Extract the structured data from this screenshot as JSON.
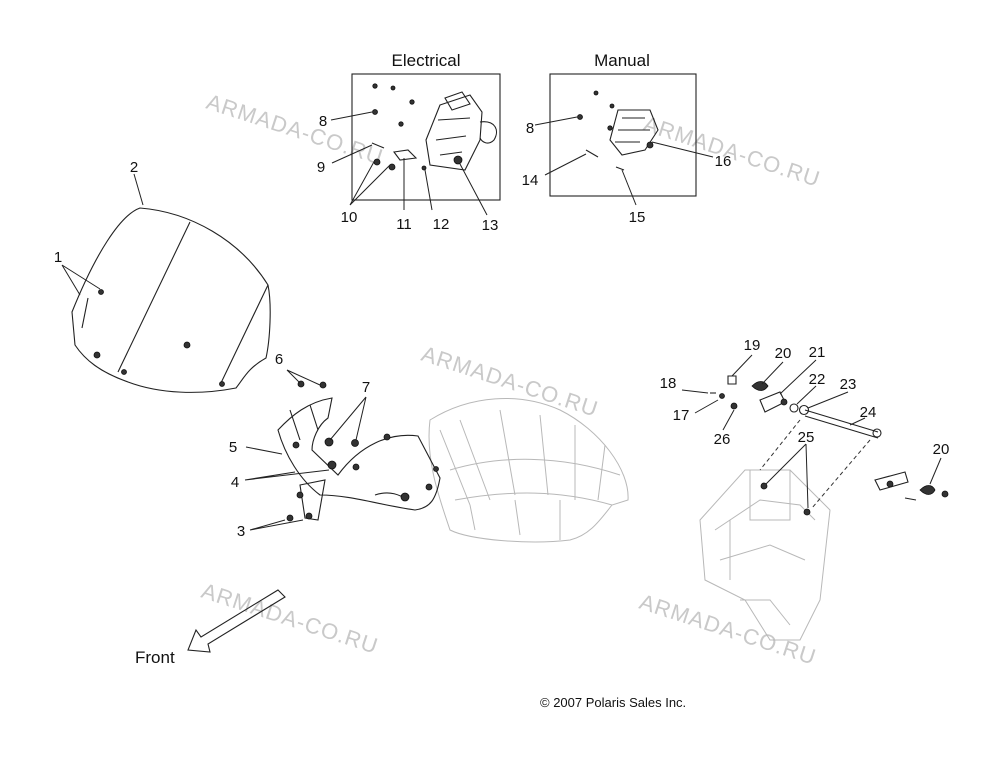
{
  "insets": {
    "electrical": {
      "title": "Electrical"
    },
    "manual": {
      "title": "Manual"
    }
  },
  "callouts": [
    "1",
    "2",
    "3",
    "4",
    "5",
    "6",
    "7",
    "8",
    "9",
    "10",
    "11",
    "12",
    "13",
    "8",
    "14",
    "15",
    "16",
    "17",
    "18",
    "19",
    "20",
    "21",
    "22",
    "23",
    "24",
    "25",
    "26",
    "20"
  ],
  "watermark": "ARMADA-CO.RU",
  "front_label": "Front",
  "copyright": "© 2007 Polaris Sales Inc."
}
